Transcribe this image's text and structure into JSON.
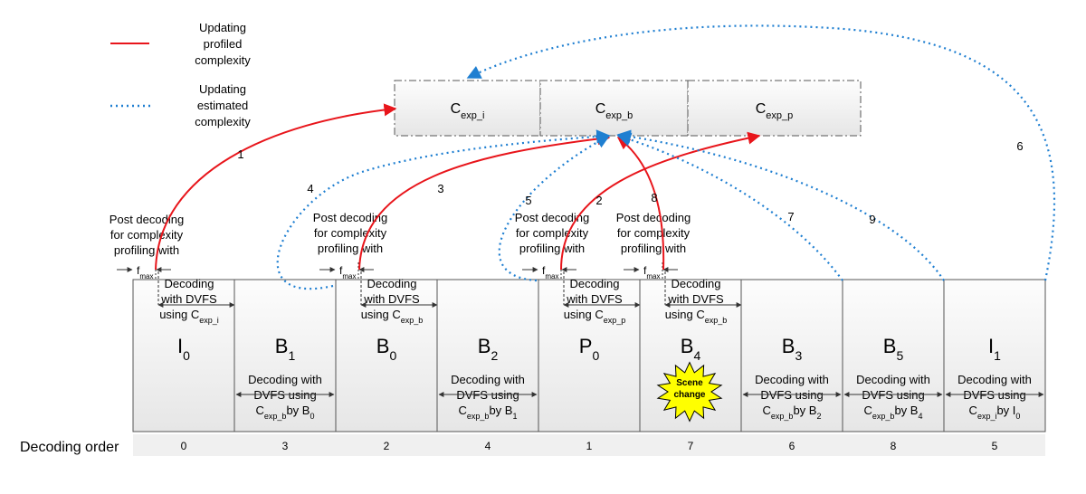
{
  "legend": {
    "solid_label": [
      "Updating",
      "profiled",
      "complexity"
    ],
    "dotted_label": [
      "Updating",
      "estimated",
      "complexity"
    ]
  },
  "colors": {
    "solid": "#e8151b",
    "dotted": "#1f7fd1",
    "box_fill_top": "#fdfdfd",
    "box_fill_bottom": "#e6e6e6",
    "starburst": "#ffff00"
  },
  "complexity_boxes": [
    {
      "base": "C",
      "sub": "exp_i"
    },
    {
      "base": "C",
      "sub": "exp_b"
    },
    {
      "base": "C",
      "sub": "exp_p"
    }
  ],
  "frames": [
    {
      "letter": "I",
      "sub": "0",
      "order": "0",
      "top_text": [
        "Decoding",
        "with DVFS",
        "using C|exp_i"
      ],
      "bottom_text": []
    },
    {
      "letter": "B",
      "sub": "1",
      "order": "3",
      "top_text": [],
      "bottom_text": [
        "Decoding with",
        "DVFS using",
        "C|exp_b|by B|0"
      ]
    },
    {
      "letter": "B",
      "sub": "0",
      "order": "2",
      "top_text": [
        "Decoding",
        "with DVFS",
        "using C|exp_b"
      ],
      "bottom_text": []
    },
    {
      "letter": "B",
      "sub": "2",
      "order": "4",
      "top_text": [],
      "bottom_text": [
        "Decoding with",
        "DVFS using",
        "C|exp_b|by B|1"
      ]
    },
    {
      "letter": "P",
      "sub": "0",
      "order": "1",
      "top_text": [
        "Decoding",
        "with DVFS",
        "using C|exp_p"
      ],
      "bottom_text": []
    },
    {
      "letter": "B",
      "sub": "4",
      "order": "7",
      "top_text": [
        "Decoding",
        "with DVFS",
        "using C|exp_b"
      ],
      "bottom_text": []
    },
    {
      "letter": "B",
      "sub": "3",
      "order": "6",
      "top_text": [],
      "bottom_text": [
        "Decoding with",
        "DVFS using",
        "C|exp_b|by B|2"
      ]
    },
    {
      "letter": "B",
      "sub": "5",
      "order": "8",
      "top_text": [],
      "bottom_text": [
        "Decoding with",
        "DVFS using",
        "C|exp_b|by B|4"
      ]
    },
    {
      "letter": "I",
      "sub": "1",
      "order": "5",
      "top_text": [],
      "bottom_text": [
        "Decoding with",
        "DVFS using",
        "C|exp_i|by I|0"
      ]
    }
  ],
  "post_decoding_label": [
    "Post decoding",
    "for complexity",
    "profiling with"
  ],
  "fmax_label": {
    "base": "f",
    "sub": "max"
  },
  "decoding_order_label": "Decoding order",
  "scene_change_label": [
    "Scene",
    "change"
  ],
  "arrow_numbers": [
    "1",
    "2",
    "3",
    "4",
    "5",
    "6",
    "7",
    "8",
    "9"
  ]
}
